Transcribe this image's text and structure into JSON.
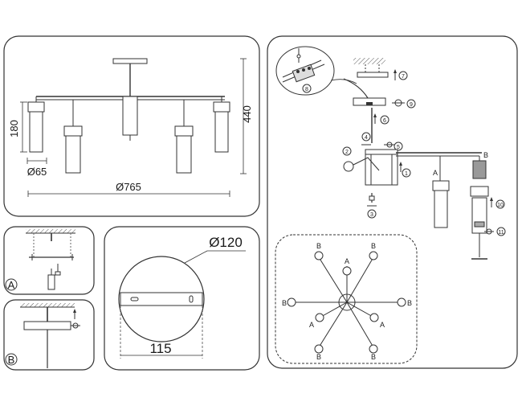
{
  "panel_main": {
    "height_left": "180",
    "height_right": "440",
    "shade_diameter": "Ø65",
    "overall_diameter": "Ø765"
  },
  "panel_a": {
    "label": "A"
  },
  "panel_b": {
    "label": "B"
  },
  "panel_canopy": {
    "diameter": "Ø120",
    "width": "115"
  },
  "panel_assembly": {
    "arm_label_a": "A",
    "arm_label_b": "B",
    "steps": [
      "1",
      "2",
      "3",
      "4",
      "5",
      "6",
      "7",
      "8",
      "9",
      "10",
      "11"
    ]
  },
  "panel_layout": {
    "label_a": "A",
    "label_b": "B"
  }
}
